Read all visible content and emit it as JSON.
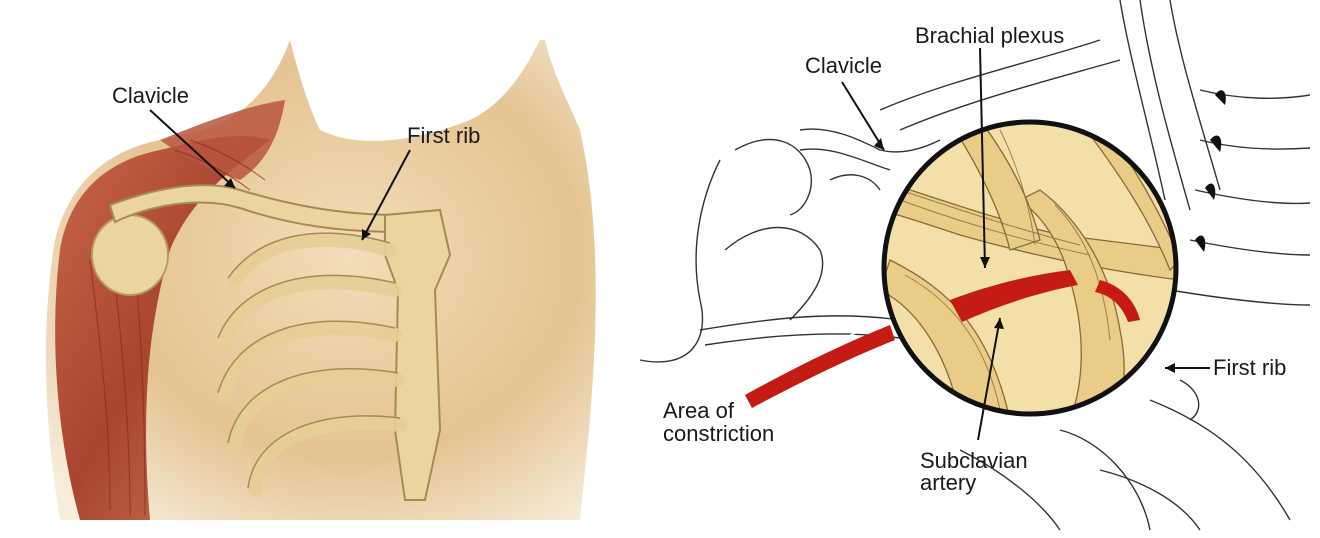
{
  "left_panel": {
    "labels": {
      "clavicle": "Clavicle",
      "first_rib": "First rib"
    }
  },
  "right_panel": {
    "labels": {
      "clavicle": "Clavicle",
      "brachial_plexus": "Brachial plexus",
      "first_rib": "First rib",
      "area_of_constriction_line1": "Area of",
      "area_of_constriction_line2": "constriction",
      "subclavian_artery_line1": "Subclavian",
      "subclavian_artery_line2": "artery"
    }
  },
  "colors": {
    "muscle": "#b5533f",
    "skin": "#e6c79a",
    "bone": "#e8d29a",
    "artery": "#c41b12",
    "magnifier_fill": "#f3dfa8",
    "outline": "#222222"
  }
}
